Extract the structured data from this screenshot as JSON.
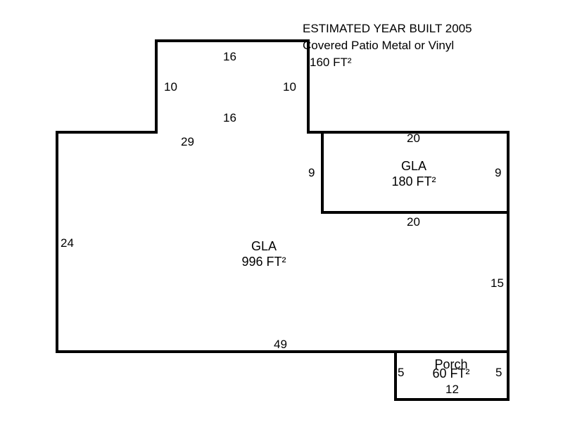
{
  "sketch": {
    "title": "Residential floor plan sketch",
    "line_color": "#000000",
    "background_color": "#ffffff",
    "notes": {
      "year_built": "ESTIMATED YEAR BUILT 2005",
      "patio_description": "Covered Patio Metal or Vinyl",
      "patio_area": "160 FT²"
    },
    "areas": {
      "patio": {
        "name": "Covered Patio Metal or Vinyl",
        "value": "160 FT²"
      },
      "gla_right": {
        "name": "GLA",
        "value": "180 FT²"
      },
      "gla_main": {
        "name": "GLA",
        "value": "996 FT²"
      },
      "porch": {
        "name": "Porch",
        "value": "60 FT²"
      }
    },
    "dimensions": {
      "patio_top": "16",
      "patio_left": "10",
      "patio_right": "10",
      "patio_bottom": "16",
      "main_top_left": "29",
      "main_left": "24",
      "main_bottom": "49",
      "gla_right_top": "20",
      "gla_right_left": "9",
      "gla_right_right": "9",
      "gla_right_bottom": "20",
      "main_right_lower": "15",
      "porch_left": "5",
      "porch_right": "5",
      "porch_bottom": "12"
    }
  }
}
